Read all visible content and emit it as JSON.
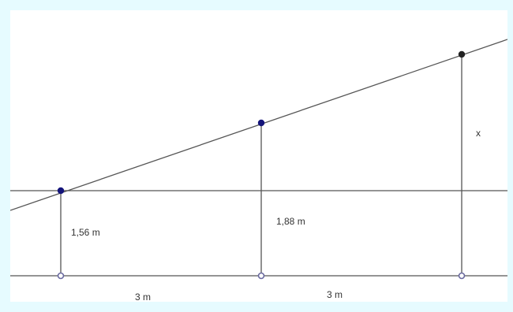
{
  "labels": {
    "height_left": "1,56 m",
    "height_middle": "1,88 m",
    "height_right": "x",
    "distance_left": "3 m",
    "distance_right": "3 m"
  },
  "colors": {
    "background": "#e6fbff",
    "panel": "#ffffff",
    "line": "#555555",
    "point_dark_blue": "#14147a",
    "point_black": "#222222",
    "point_hollow": "#6a6aa0"
  }
}
